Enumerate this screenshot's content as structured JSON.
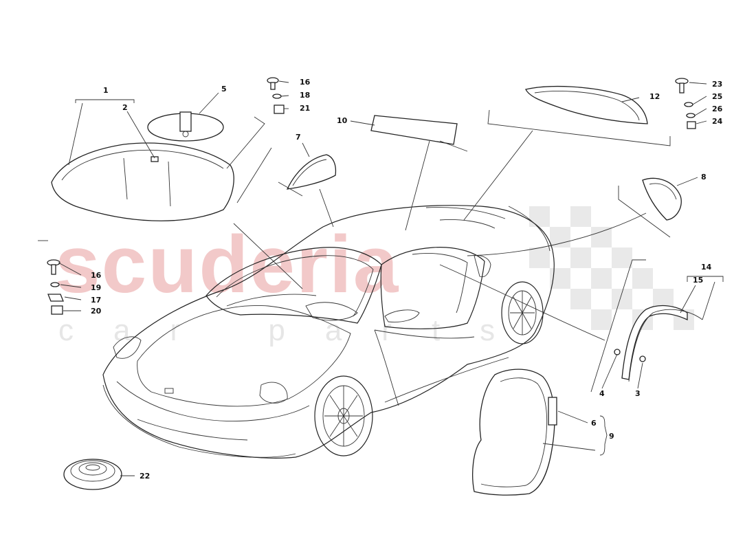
{
  "watermark": {
    "main": "scuderia",
    "sub": "car parts"
  },
  "callouts": {
    "c1": "1",
    "c2": "2",
    "c3": "3",
    "c4": "4",
    "c5": "5",
    "c6": "6",
    "c7": "7",
    "c8": "8",
    "c9": "9",
    "c10": "10",
    "c12": "12",
    "c14": "14",
    "c15": "15",
    "c16a": "16",
    "c18": "18",
    "c21": "21",
    "c16b": "16",
    "c19": "19",
    "c17": "17",
    "c20": "20",
    "c22": "22",
    "c23": "23",
    "c25": "25",
    "c26": "26",
    "c24": "24"
  },
  "colors": {
    "ink": "#222222",
    "watermark": "#f2c9c9",
    "checker": "#e9e9e9"
  }
}
